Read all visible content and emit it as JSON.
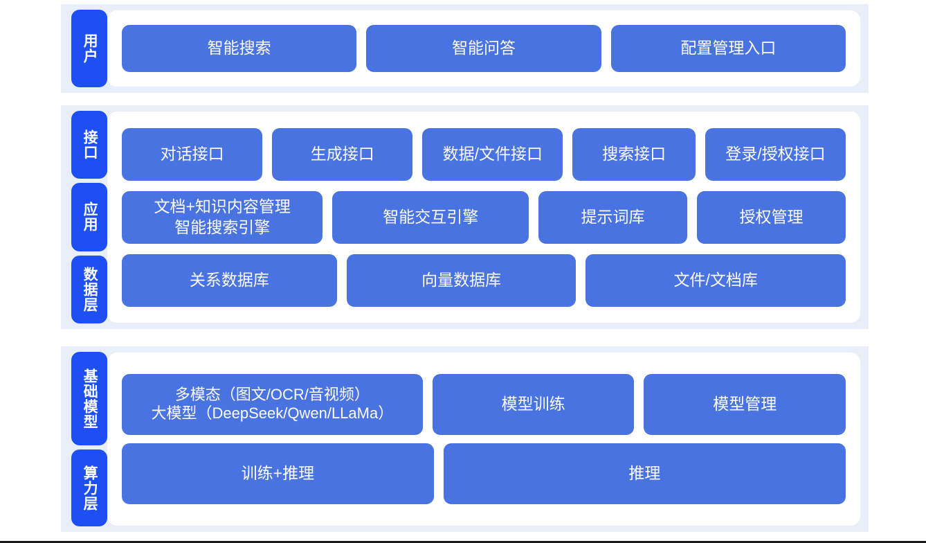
{
  "colors": {
    "page_background": "#ffffff",
    "band_background": "#e9eff9",
    "rail_tab": "#1d4ff2",
    "box": "#4a73e2",
    "card": "#ffffff",
    "box_text": "#ffffff",
    "bottom_rule": "#1a1a1a"
  },
  "sections": [
    {
      "id": "user",
      "rail": [
        {
          "label": "用户"
        }
      ],
      "rows": [
        {
          "id": "user-entries",
          "boxes": [
            {
              "label": "智能搜索",
              "flex": 1
            },
            {
              "label": "智能问答",
              "flex": 1
            },
            {
              "label": "配置管理入口",
              "flex": 1
            }
          ]
        }
      ]
    },
    {
      "id": "middle",
      "rail": [
        {
          "label": "接口"
        },
        {
          "label": "应用"
        },
        {
          "label": "数据层"
        }
      ],
      "rows": [
        {
          "id": "interface-row",
          "boxes": [
            {
              "label": "对话接口",
              "flex": 1.02
            },
            {
              "label": "生成接口",
              "flex": 1.02
            },
            {
              "label": "数据/文件接口",
              "flex": 1.02
            },
            {
              "label": "搜索接口",
              "flex": 0.88
            },
            {
              "label": "登录/授权接口",
              "flex": 1.02
            }
          ]
        },
        {
          "id": "application-row",
          "boxes": [
            {
              "label": "文档+知识内容管理\n智能搜索引擎",
              "flex": 1.2
            },
            {
              "label": "智能交互引擎",
              "flex": 1.17
            },
            {
              "label": "提示词库",
              "flex": 0.87
            },
            {
              "label": "授权管理",
              "flex": 0.87
            }
          ]
        },
        {
          "id": "data-row",
          "boxes": [
            {
              "label": "关系数据库",
              "flex": 1
            },
            {
              "label": "向量数据库",
              "flex": 1.07
            },
            {
              "label": "文件/文档库",
              "flex": 1.22
            }
          ]
        }
      ]
    },
    {
      "id": "infra",
      "rail": [
        {
          "label": "基础模型"
        },
        {
          "label": "算力层"
        }
      ],
      "rows": [
        {
          "id": "model-row",
          "boxes": [
            {
              "label": "多模态（图文/OCR/音视频）\n大模型（DeepSeek/Qwen/LLaMa）",
              "flex": 1.58,
              "multiline": true
            },
            {
              "label": "模型训练",
              "flex": 1.04
            },
            {
              "label": "模型管理",
              "flex": 1.04
            }
          ]
        },
        {
          "id": "compute-row",
          "boxes": [
            {
              "label": "训练+推理",
              "flex": 1
            },
            {
              "label": "推理",
              "flex": 1.3
            }
          ]
        }
      ]
    }
  ]
}
